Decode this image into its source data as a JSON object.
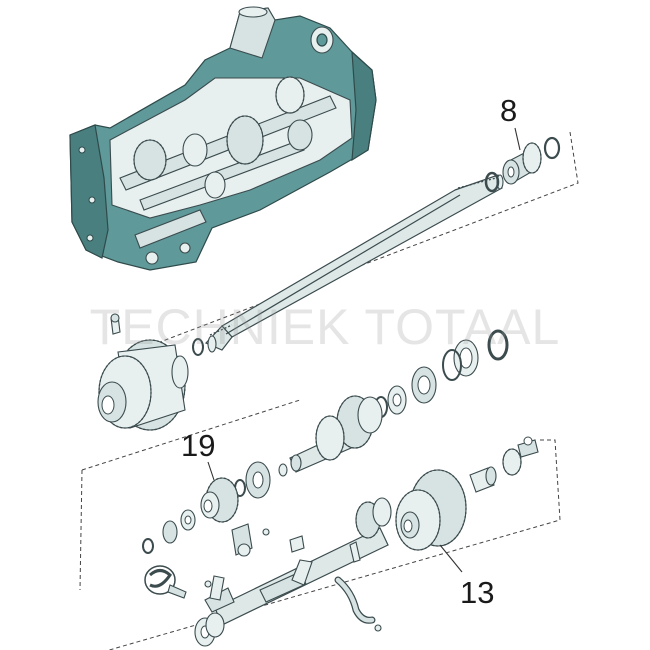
{
  "callouts": [
    {
      "id": "part-8",
      "label": "8"
    },
    {
      "id": "part-19",
      "label": "19"
    },
    {
      "id": "part-13",
      "label": "13"
    }
  ],
  "watermark": "TECHNIEK TOTAAL",
  "colors": {
    "housing": "#5f9999",
    "housing_dark": "#4a7f80",
    "parts": "#e7f0ef",
    "outline": "#3b4b4e"
  }
}
